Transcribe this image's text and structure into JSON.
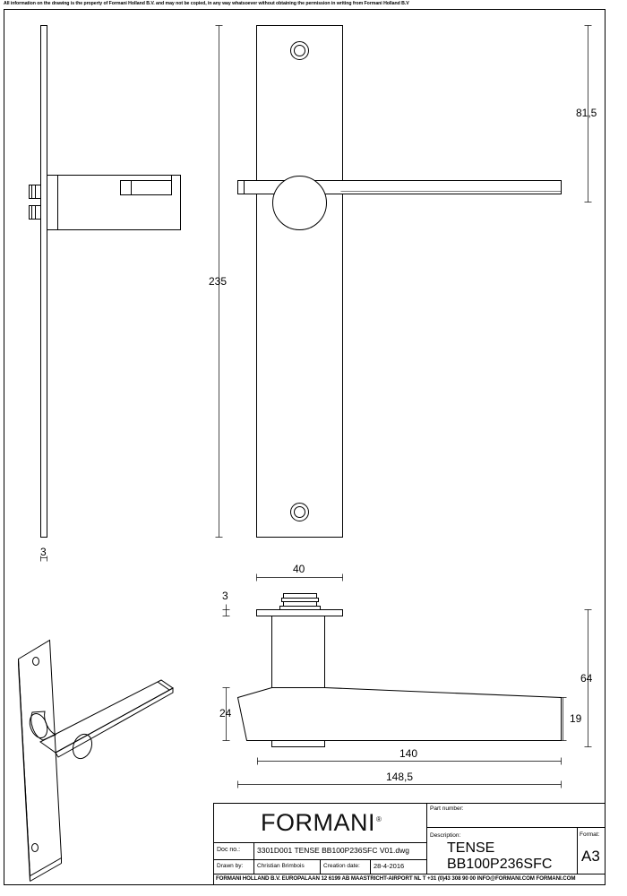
{
  "disclaimer": "All information on the drawing is the property of Formani Holland B.V. and may not be copied, in any way whatsoever without obtaining the permission in writing from Formani Holland B.V",
  "dimensions": {
    "plate_thickness": "3",
    "plate_height": "235",
    "handle_offset": "81,5",
    "rose_width": "40",
    "rose_thickness": "3",
    "projection": "64",
    "lever_root_height": "24",
    "lever_tip_height": "19",
    "lever_length": "140",
    "overall_length": "148,5"
  },
  "title_block": {
    "logo": "FORMANI",
    "logo_mark": "®",
    "part_number_label": "Part number:",
    "description_label": "Description:",
    "description_line1": "TENSE",
    "description_line2": "BB100P236SFC",
    "format_label": "Format:",
    "format_value": "A3",
    "doc_no_label": "Doc no.:",
    "doc_no_value": "3301D001 TENSE BB100P236SFC V01.dwg",
    "drawn_by_label": "Drawn by:",
    "drawn_by_value": "Christian Brimbois",
    "creation_date_label": "Creation date:",
    "creation_date_value": "28-4-2016",
    "footer": "FORMANI HOLLAND B.V.  EUROPALAAN 12  6199 AB MAASTRICHT-AIRPORT NL  T +31 (0)43 308 90 00 INFO@FORMANI.COM FORMANI.COM"
  }
}
